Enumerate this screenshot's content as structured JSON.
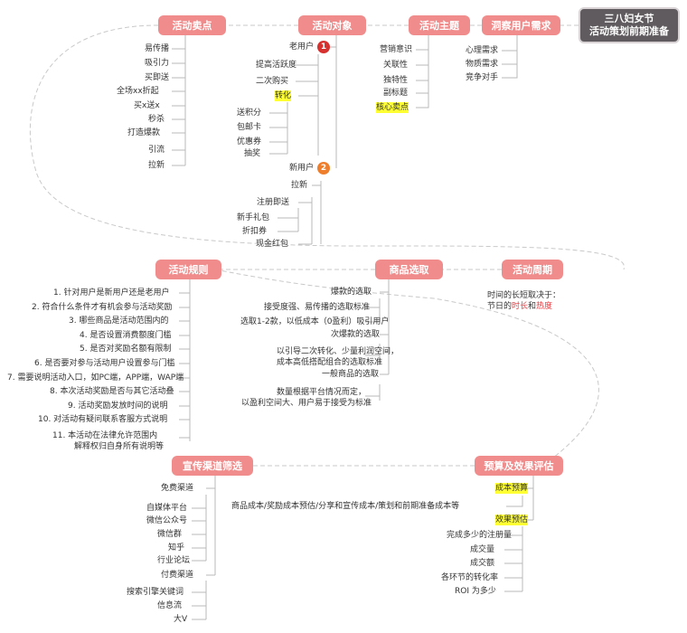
{
  "root": {
    "line1": "三八妇女节",
    "line2": "活动策划前期准备"
  },
  "categories": {
    "cat1": "洞察用户需求",
    "cat2": "活动主题",
    "cat3": "活动对象",
    "cat4": "活动卖点",
    "cat5": "活动周期",
    "cat6": "商品选取",
    "cat7": "活动规则",
    "cat8": "预算及效果评估",
    "cat9": "宣传渠道筛选"
  },
  "needs": [
    "心理需求",
    "物质需求",
    "竞争对手"
  ],
  "theme": [
    "营销意识",
    "关联性",
    "独特性",
    "副标题",
    "核心卖点"
  ],
  "audience": {
    "old_label": "老用户",
    "old_badge": "1",
    "old": [
      "提高活跃度",
      "二次购买"
    ],
    "convert": "转化",
    "convert_items": [
      "送积分",
      "包邮卡",
      "优惠券",
      "抽奖"
    ],
    "new_label": "新用户",
    "new_badge": "2",
    "pull": "拉新",
    "register": "注册即送",
    "register_items": [
      "新手礼包",
      "折扣券"
    ],
    "cash": "现金红包"
  },
  "selling": [
    "易传播",
    "吸引力",
    "买即送",
    "全场xx折起",
    "买x送x",
    "秒杀",
    "打造爆款",
    "引流",
    "拉新"
  ],
  "period": {
    "text_prefix": "时间的长短取决于：",
    "text_line2_a": "节日的",
    "text_line2_b": "时长",
    "text_line2_c": "和",
    "text_line2_d": "热度"
  },
  "goods": [
    "爆款的选取",
    "接受度强、易传播的选取标准",
    "选取1-2款，以低成本（0盈利）吸引用户",
    "次爆款的选取",
    "以引导二次转化、少量利润空间，",
    "成本高低搭配组合的选取标准",
    "一般商品的选取",
    "数量根据平台情况而定，",
    "以盈利空间大、用户易于接受为标准"
  ],
  "rules": [
    "1. 针对用户是新用户还是老用户",
    "2. 符合什么条件才有机会参与活动奖励",
    "3. 哪些商品是活动范围内的",
    "4. 是否设置消费额度门槛",
    "5. 是否对奖励名额有限制",
    "6. 是否要对参与活动用户设置参与门槛",
    "7. 需要说明活动入口，如PC端，APP端，WAP端",
    "8. 本次活动奖励是否与其它活动叠",
    "9. 活动奖励发放时间的说明",
    "10. 对活动有疑问联系客服方式说明",
    "11. 本活动在法律允许范围内",
    "解释权归自身所有说明等"
  ],
  "budget": {
    "cost_head": "成本预算",
    "cost_text": "商品成本/奖励成本预估/分享和宣传成本/策划和前期准备成本等",
    "effect_head": "效果预估",
    "effect_items": [
      "完成多少的注册量",
      "成交量",
      "成交额",
      "各环节的转化率",
      "ROI 为多少"
    ]
  },
  "channels": {
    "free": "免费渠道",
    "free_items": [
      "自媒体平台",
      "微信公众号",
      "微信群",
      "知乎",
      "行业论坛"
    ],
    "paid": "付费渠道",
    "paid_items": [
      "搜索引擎关键词",
      "信息流",
      "大V"
    ]
  }
}
